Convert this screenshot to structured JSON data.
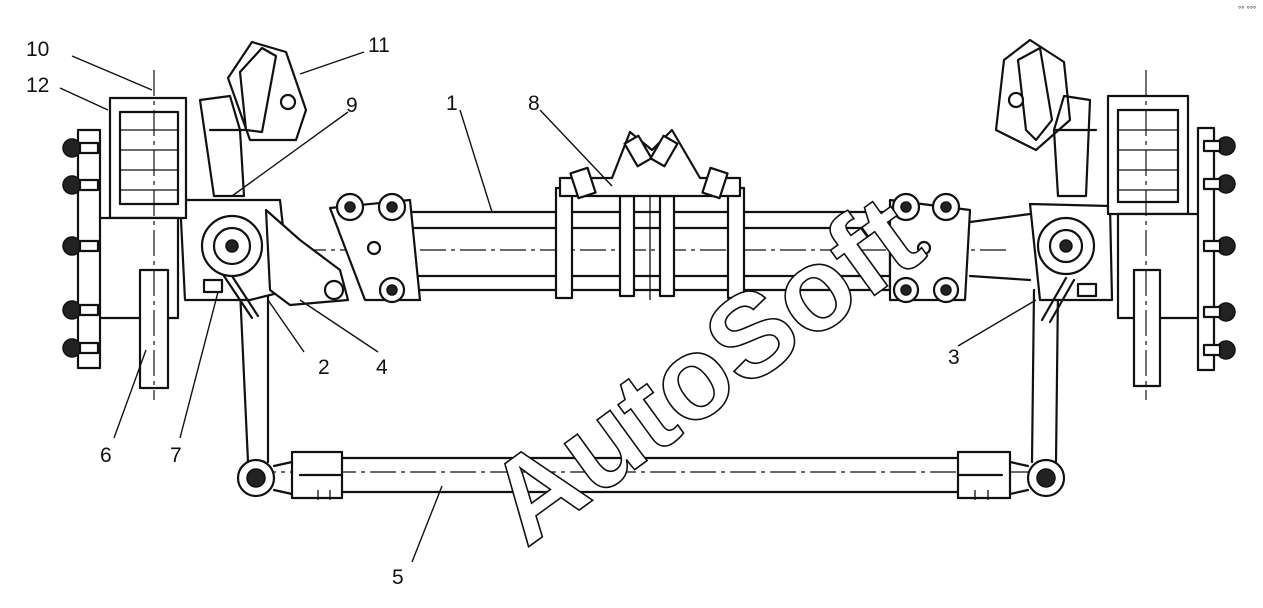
{
  "diagram": {
    "watermark": "AutoSoft",
    "corner_mark": "°° °°°",
    "labels": [
      "1",
      "2",
      "3",
      "4",
      "5",
      "6",
      "7",
      "8",
      "9",
      "10",
      "11",
      "12"
    ]
  }
}
